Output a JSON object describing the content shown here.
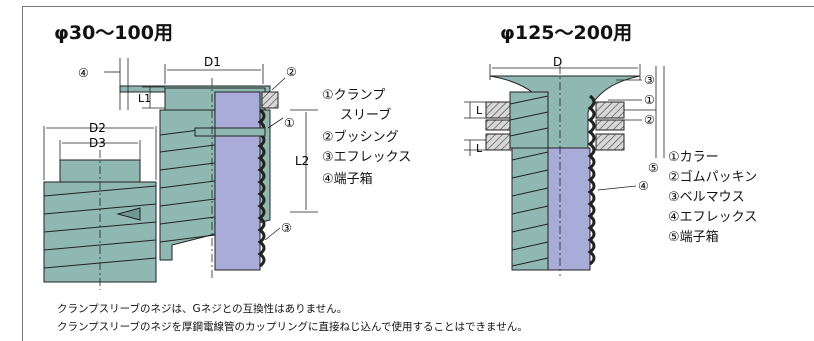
{
  "titles": {
    "left": "φ30〜100用",
    "right": "φ125〜200用"
  },
  "left_dimensions": {
    "d1": "D1",
    "d2": "D2",
    "d3": "D3",
    "l1": "L1",
    "l2": "L2"
  },
  "left_callouts": [
    "④",
    "②",
    "①",
    "③"
  ],
  "left_legend": [
    "①クランプ",
    "スリーブ",
    "②ブッシング",
    "③エフレックス",
    "④端子箱"
  ],
  "right_dimensions": {
    "d": "D",
    "l_top": "L",
    "l_bottom": "L"
  },
  "right_callouts": [
    "③",
    "①",
    "②",
    "⑤",
    "④"
  ],
  "right_legend": [
    "①カラー",
    "②ゴムパッキン",
    "③ベルマウス",
    "④エフレックス",
    "⑤端子箱"
  ],
  "notes": [
    "クランプスリーブのネジは、Gネジとの互換性はありません。",
    "クランプスリーブのネジを厚鋼電線管のカップリングに直接ねじ込んで使用することはできません。"
  ],
  "colors": {
    "fitting": "#8fb8b2",
    "conduit": "#a9acd8",
    "hatch": "#666666",
    "outline": "#222222"
  }
}
